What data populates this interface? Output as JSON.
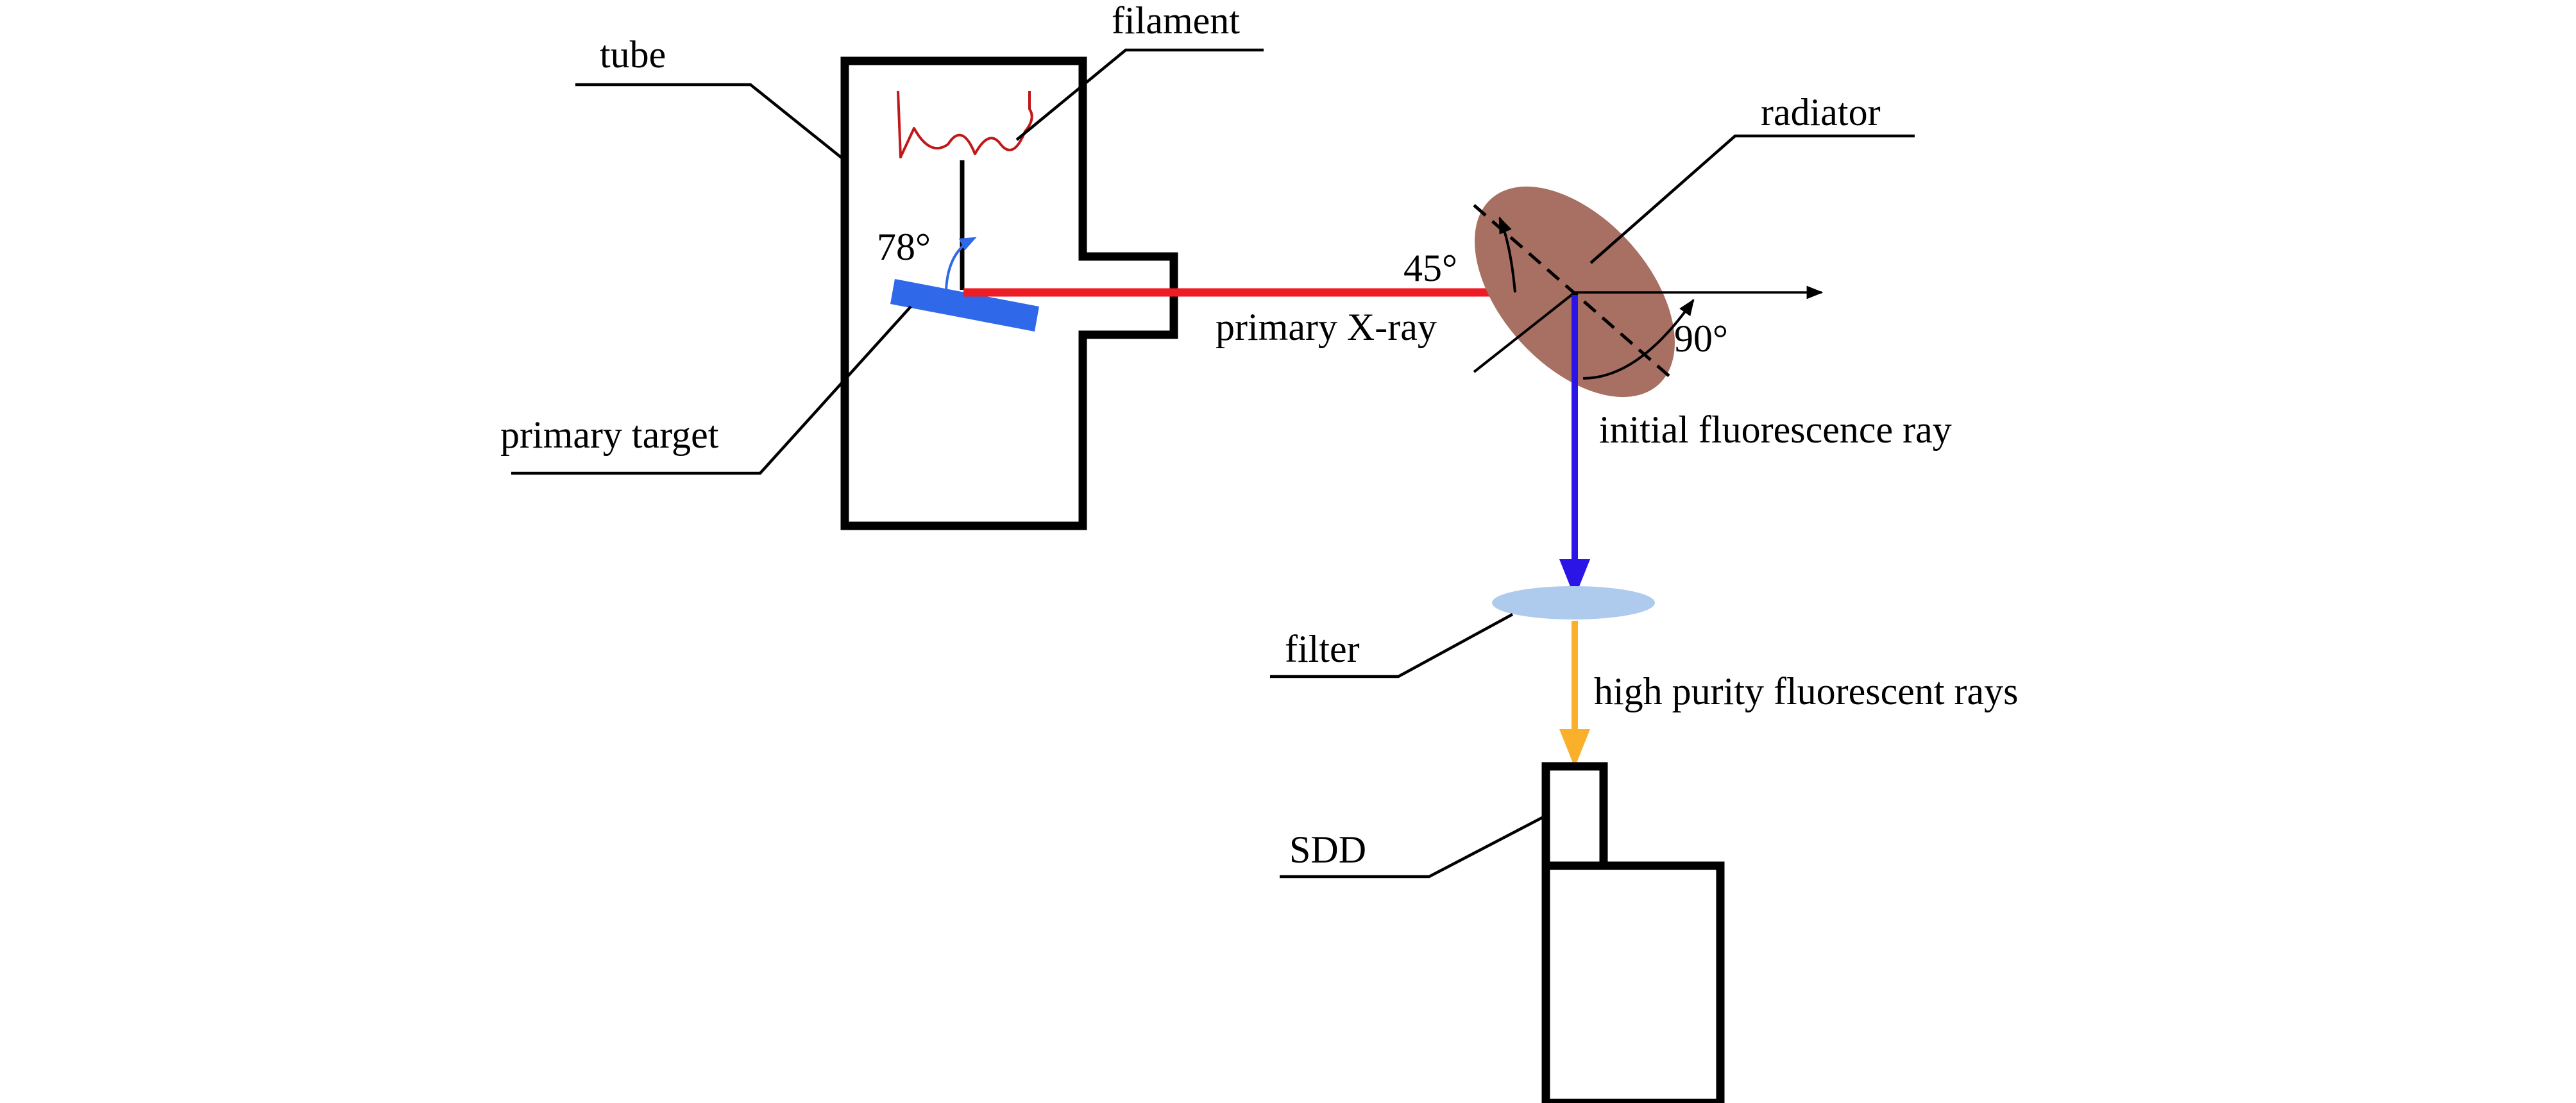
{
  "labels": {
    "tube": "tube",
    "filament": "filament",
    "radiator": "radiator",
    "primary_target": "primary target",
    "primary_xray": "primary X-ray",
    "initial_fluorescence_ray": "initial fluorescence ray",
    "filter": "filter",
    "high_purity_fluorescent_rays": "high purity fluorescent rays",
    "sdd": "SDD"
  },
  "angles": {
    "target_angle": "78°",
    "radiator_incidence": "45°",
    "output_angle": "90°"
  },
  "colors": {
    "filament": "#c01818",
    "primary_target": "#2f68e8",
    "primary_xray": "#ee1c24",
    "radiator": "#a87062",
    "initial_fluorescence": "#2a14e6",
    "filter": "#aecbee",
    "high_purity_rays": "#fbb02c",
    "angle_arc_78": "#2f68e8",
    "outline": "#000000"
  }
}
